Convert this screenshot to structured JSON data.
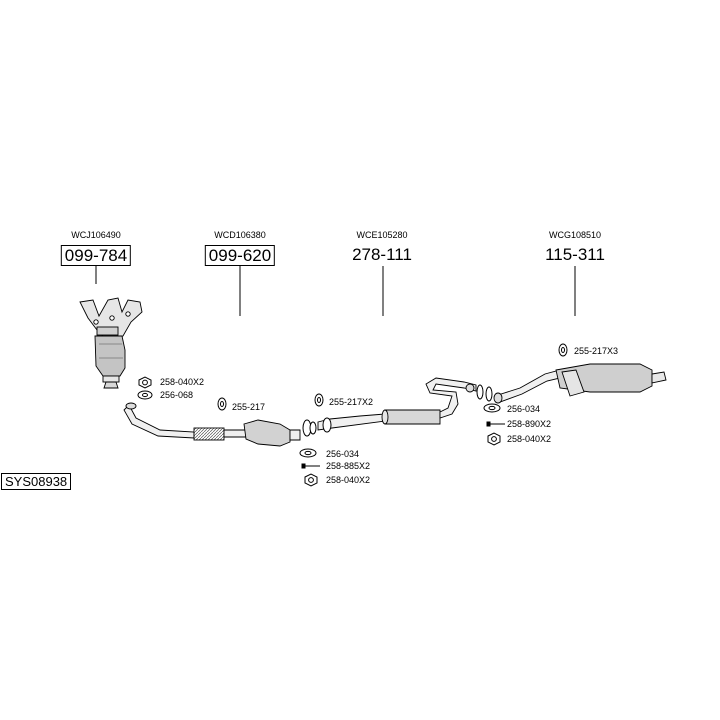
{
  "system_code": "SYS08938",
  "assemblies": [
    {
      "id": "manifold",
      "ref": "WCJ106490",
      "part": "099-784",
      "boxed": true
    },
    {
      "id": "front-pipe",
      "ref": "WCD106380",
      "part": "099-620",
      "boxed": true
    },
    {
      "id": "center-silencer",
      "ref": "WCE105280",
      "part": "278-111",
      "boxed": false
    },
    {
      "id": "rear-silencer",
      "ref": "WCG108510",
      "part": "115-311",
      "boxed": false
    }
  ],
  "fittings": [
    {
      "id": "f1",
      "text": "258-040X2",
      "icon": "nut-icon"
    },
    {
      "id": "f2",
      "text": "256-068",
      "icon": "gasket-icon"
    },
    {
      "id": "f3",
      "text": "255-217",
      "icon": "rubber-mount-icon"
    },
    {
      "id": "f4",
      "text": "255-217X2",
      "icon": "rubber-mount-icon"
    },
    {
      "id": "f5",
      "text": "256-034",
      "icon": "gasket-icon"
    },
    {
      "id": "f6",
      "text": "258-885X2",
      "icon": "bolt-icon"
    },
    {
      "id": "f7",
      "text": "258-040X2",
      "icon": "nut-icon"
    },
    {
      "id": "f8",
      "text": "256-034",
      "icon": "gasket-icon"
    },
    {
      "id": "f9",
      "text": "258-890X2",
      "icon": "bolt-icon"
    },
    {
      "id": "f10",
      "text": "258-040X2",
      "icon": "nut-icon"
    },
    {
      "id": "f11",
      "text": "255-217X3",
      "icon": "rubber-mount-icon"
    }
  ]
}
